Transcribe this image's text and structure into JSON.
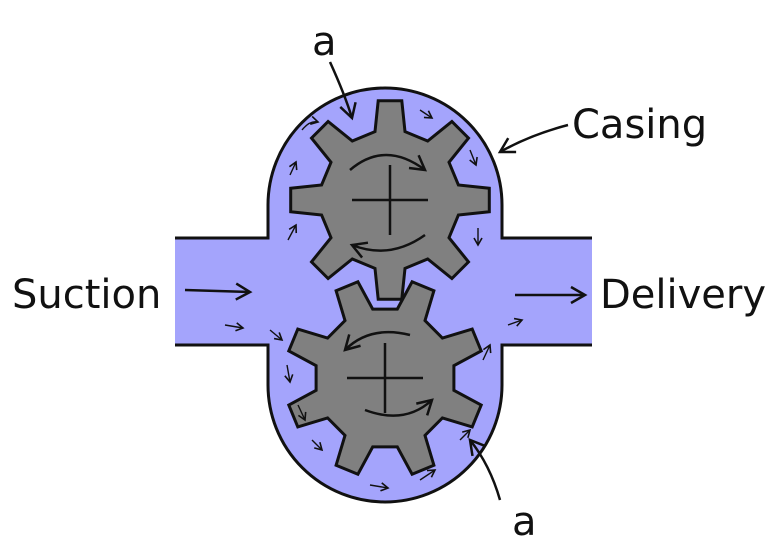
{
  "labels": {
    "gap_top": "a",
    "casing": "Casing",
    "suction": "Suction",
    "delivery": "Delivery",
    "gap_bottom": "a"
  },
  "colors": {
    "fluid": "#a4a4fc",
    "gear": "#808080",
    "outline": "#111111"
  },
  "gears": [
    {
      "name": "upper-gear",
      "teeth": 8,
      "rotation": "clockwise"
    },
    {
      "name": "lower-gear",
      "teeth": 8,
      "rotation": "counterclockwise"
    }
  ]
}
